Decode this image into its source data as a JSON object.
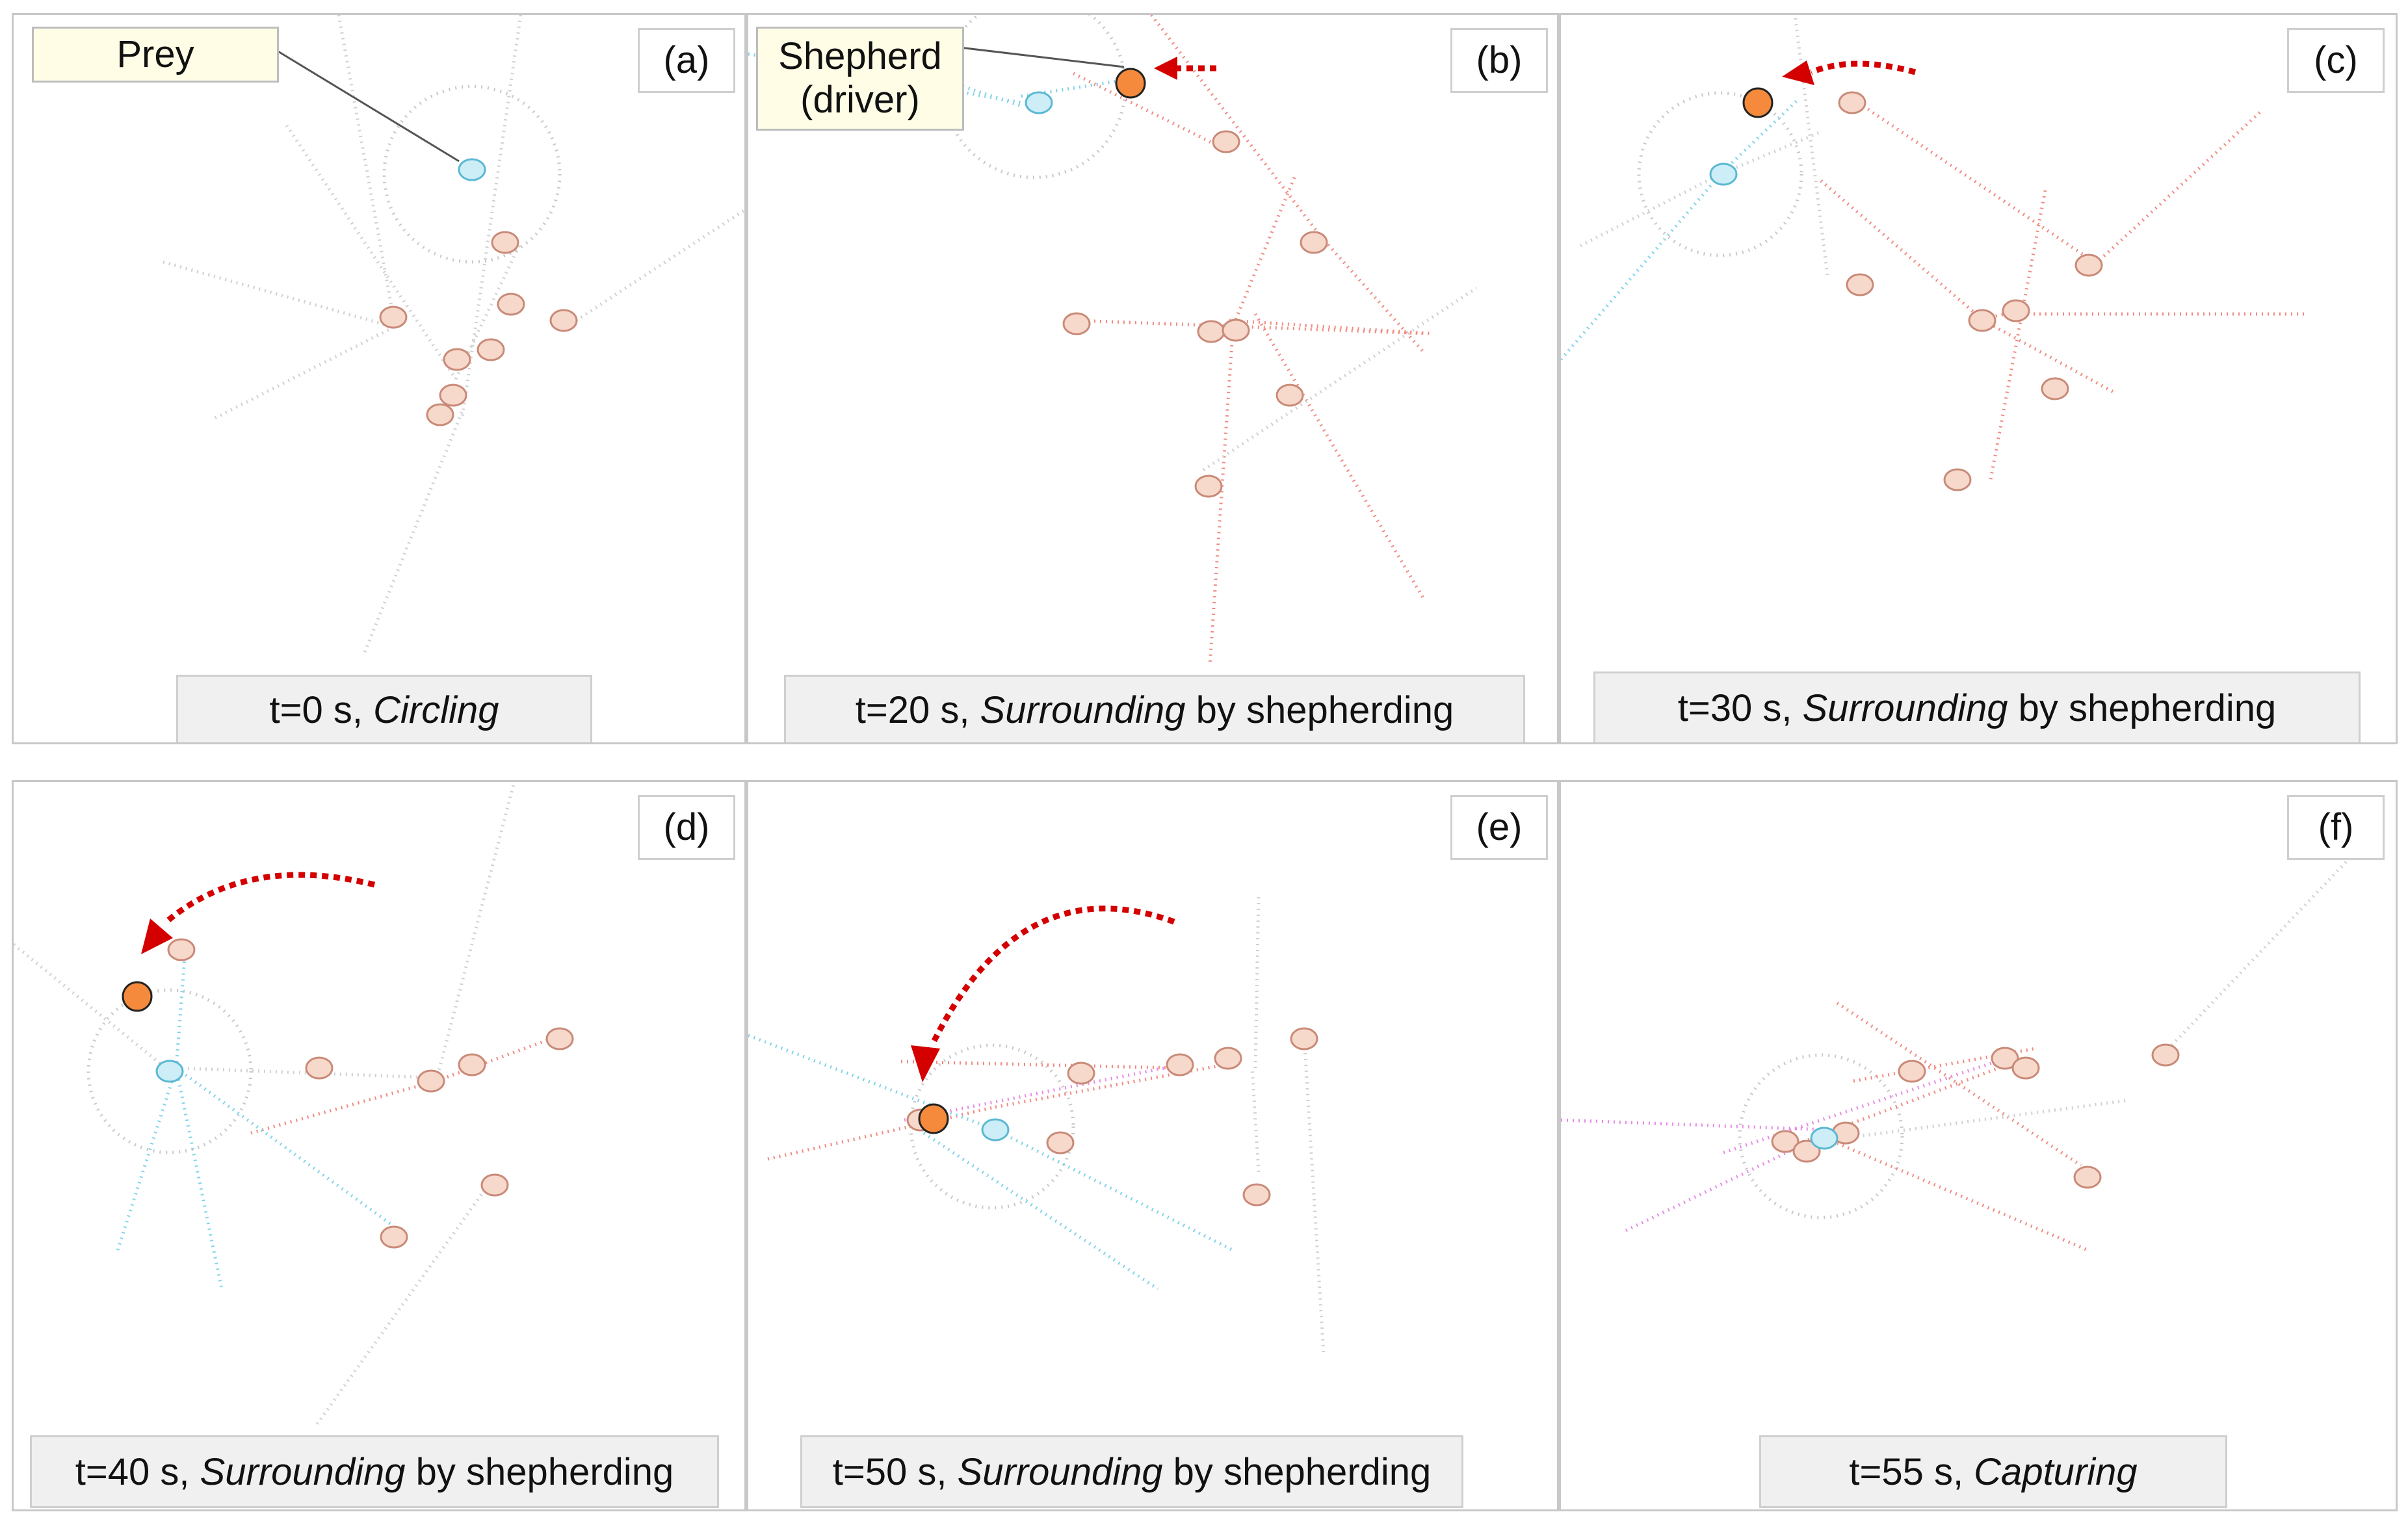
{
  "callouts": {
    "prey": "Prey",
    "shepherd_line1": "Shepherd",
    "shepherd_line2": "(driver)"
  },
  "panels": [
    {
      "tag": "(a)",
      "time": "t=0 s, ",
      "mode": "Circling",
      "suffix": ""
    },
    {
      "tag": "(b)",
      "time": "t=20 s, ",
      "mode": "Surrounding",
      "suffix": " by shepherding"
    },
    {
      "tag": "(c)",
      "time": "t=30 s, ",
      "mode": "Surrounding",
      "suffix": " by shepherding"
    },
    {
      "tag": "(d)",
      "time": "t=40 s, ",
      "mode": "Surrounding",
      "suffix": " by shepherding"
    },
    {
      "tag": "(e)",
      "time": "t=50 s, ",
      "mode": "Surrounding",
      "suffix": " by shepherding"
    },
    {
      "tag": "(f)",
      "time": "t=55 s, ",
      "mode": "Capturing",
      "suffix": ""
    }
  ],
  "colors": {
    "robot_fill": "#f7d9cc",
    "robot_stroke": "#c98a78",
    "prey_fill": "#cdeef7",
    "prey_stroke": "#5bb8d3",
    "shepherd_fill": "#f58a3c",
    "arrow": "#d40000",
    "path_red": "#f08a80",
    "path_cyan": "#7fd3ea",
    "path_gray": "#cfcfcf",
    "path_pink": "#e78ae6"
  }
}
